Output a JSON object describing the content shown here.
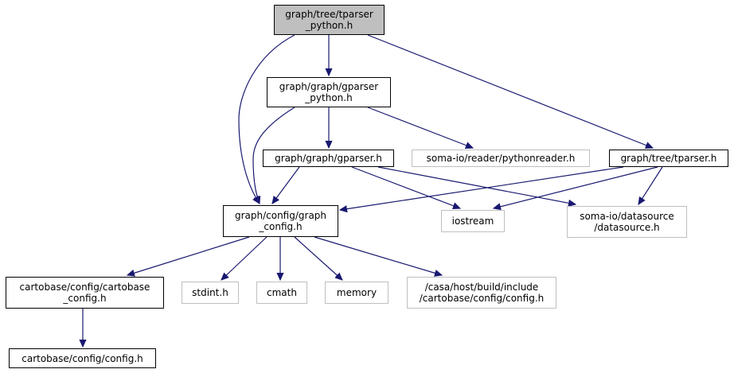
{
  "diagram": {
    "type": "include-dependency-graph",
    "colors": {
      "edge": "#191970",
      "node_border": "#000000",
      "external_border": "#bfbfbf",
      "root_fill": "#bfbfbf"
    },
    "nodes": [
      {
        "id": "tparser_python",
        "lines": [
          "graph/tree/tparser",
          "_python.h"
        ],
        "style": "root"
      },
      {
        "id": "gparser_python",
        "lines": [
          "graph/graph/gparser",
          "_python.h"
        ],
        "style": "solid"
      },
      {
        "id": "gparser",
        "lines": [
          "graph/graph/gparser.h"
        ],
        "style": "solid"
      },
      {
        "id": "pythonreader",
        "lines": [
          "soma-io/reader/pythonreader.h"
        ],
        "style": "faint"
      },
      {
        "id": "tparser",
        "lines": [
          "graph/tree/tparser.h"
        ],
        "style": "solid"
      },
      {
        "id": "graph_config",
        "lines": [
          "graph/config/graph",
          "_config.h"
        ],
        "style": "solid"
      },
      {
        "id": "iostream",
        "lines": [
          "iostream"
        ],
        "style": "faint"
      },
      {
        "id": "datasource",
        "lines": [
          "soma-io/datasource",
          "/datasource.h"
        ],
        "style": "faint"
      },
      {
        "id": "cartobase_config",
        "lines": [
          "cartobase/config/cartobase",
          "_config.h"
        ],
        "style": "solid"
      },
      {
        "id": "stdint",
        "lines": [
          "stdint.h"
        ],
        "style": "faint"
      },
      {
        "id": "cmath",
        "lines": [
          "cmath"
        ],
        "style": "faint"
      },
      {
        "id": "memory",
        "lines": [
          "memory"
        ],
        "style": "faint"
      },
      {
        "id": "casa_config",
        "lines": [
          "/casa/host/build/include",
          "/cartobase/config/config.h"
        ],
        "style": "faint"
      },
      {
        "id": "config",
        "lines": [
          "cartobase/config/config.h"
        ],
        "style": "solid"
      }
    ],
    "edges": [
      {
        "from": "tparser_python",
        "to": "gparser_python"
      },
      {
        "from": "tparser_python",
        "to": "graph_config"
      },
      {
        "from": "tparser_python",
        "to": "tparser"
      },
      {
        "from": "gparser_python",
        "to": "gparser"
      },
      {
        "from": "gparser_python",
        "to": "pythonreader"
      },
      {
        "from": "gparser_python",
        "to": "graph_config"
      },
      {
        "from": "gparser",
        "to": "graph_config"
      },
      {
        "from": "gparser",
        "to": "iostream"
      },
      {
        "from": "gparser",
        "to": "datasource"
      },
      {
        "from": "tparser",
        "to": "graph_config"
      },
      {
        "from": "tparser",
        "to": "iostream"
      },
      {
        "from": "tparser",
        "to": "datasource"
      },
      {
        "from": "graph_config",
        "to": "cartobase_config"
      },
      {
        "from": "graph_config",
        "to": "stdint"
      },
      {
        "from": "graph_config",
        "to": "cmath"
      },
      {
        "from": "graph_config",
        "to": "memory"
      },
      {
        "from": "graph_config",
        "to": "casa_config"
      },
      {
        "from": "cartobase_config",
        "to": "config"
      }
    ]
  }
}
